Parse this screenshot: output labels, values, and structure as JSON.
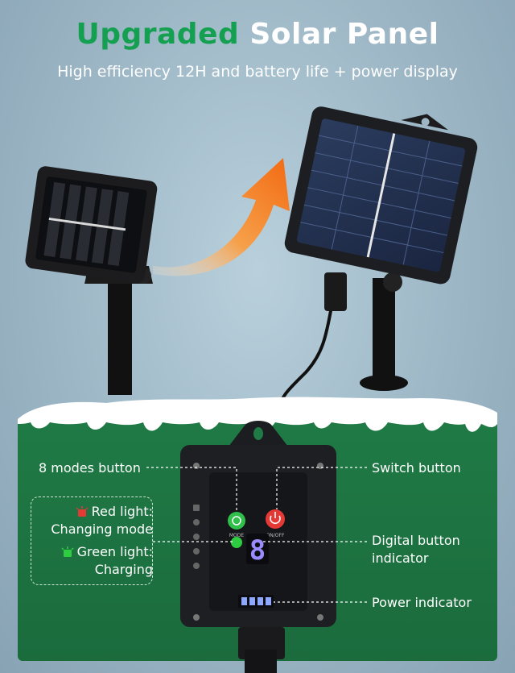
{
  "header": {
    "title_accent": "Upgraded",
    "title_rest": "Solar Panel",
    "subtitle": "High efficiency 12H and battery life + power display"
  },
  "callouts": {
    "modes_button": "8 modes button",
    "switch_button": "Switch button",
    "digital_indicator_line1": "Digital button",
    "digital_indicator_line2": "indicator",
    "power_indicator": "Power indicator"
  },
  "legend": {
    "red_line1": "Red light:",
    "red_line2": "Changing mode",
    "green_line1": "Green light:",
    "green_line2": "Charging"
  },
  "device": {
    "mode_button_label": "MODE",
    "switch_button_label": "ON/OFF",
    "digit": "8"
  },
  "colors": {
    "accent_green": "#14a050",
    "panel_green": "#1f7a45",
    "red_light": "#e53935",
    "green_light": "#2ecc40",
    "digit_color": "#9a8cff",
    "arrow_orange": "#f58a1f"
  }
}
